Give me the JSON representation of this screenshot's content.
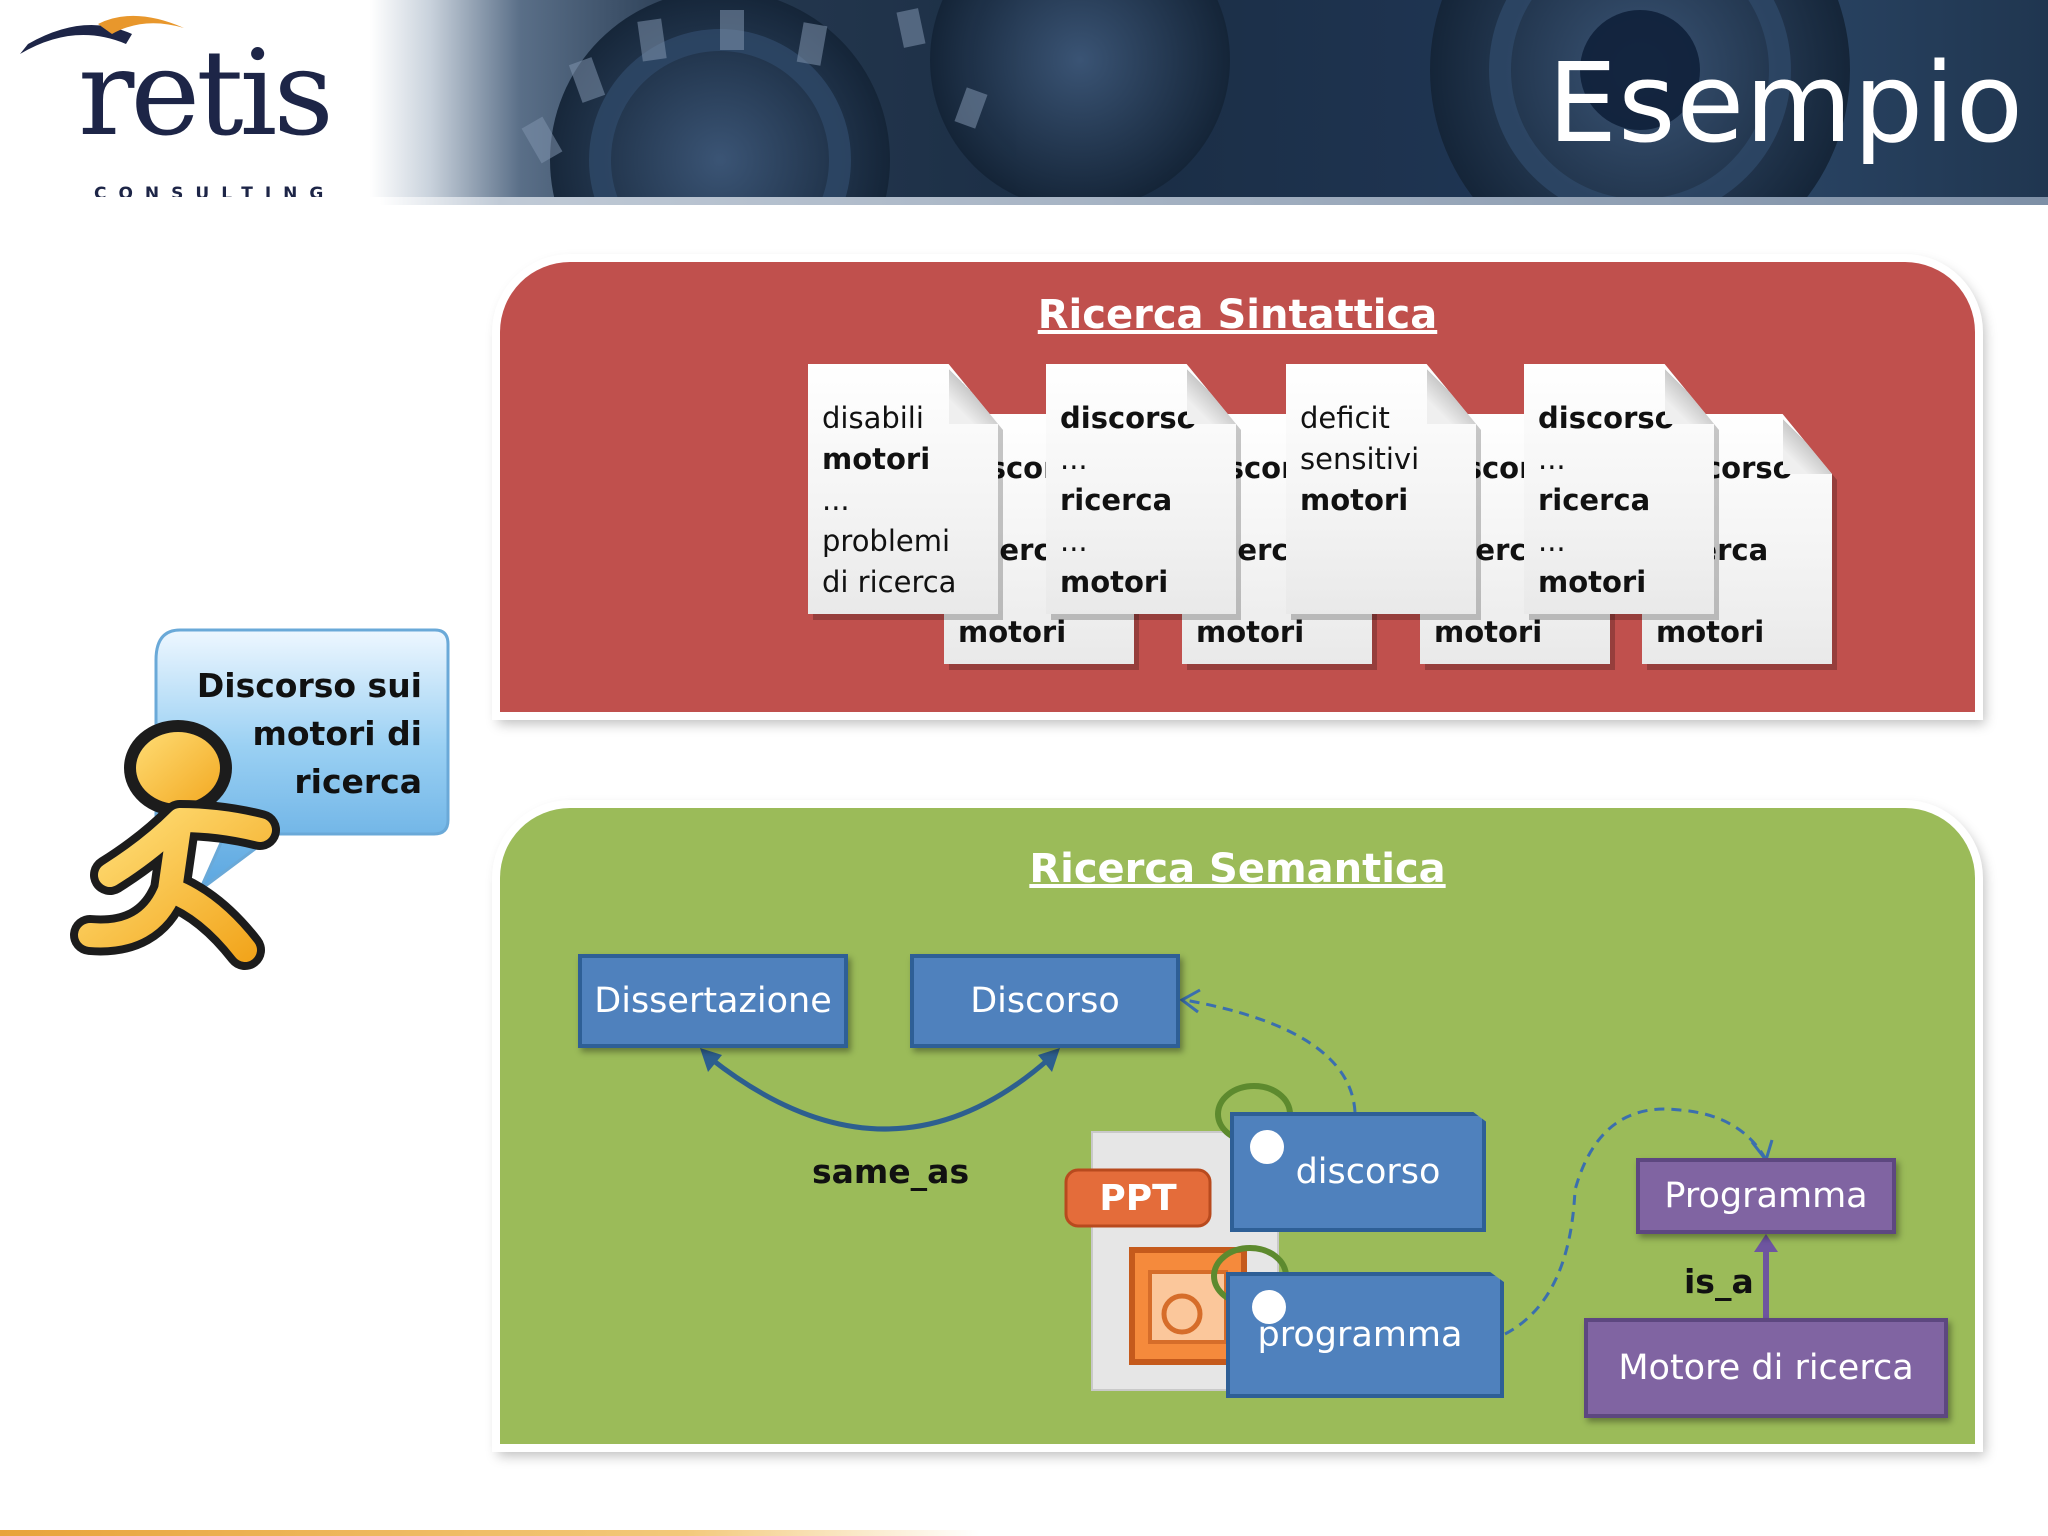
{
  "header": {
    "logo": "retis",
    "logo_subtitle": "CONSULTING",
    "title": "Esempio"
  },
  "speech_bubble": {
    "lines": [
      "Discorso sui",
      "motori di",
      "ricerca"
    ]
  },
  "syntactic": {
    "title": "Ricerca Sintattica",
    "documents": [
      {
        "lines": [
          {
            "t": "disabili",
            "b": false
          },
          {
            "t": "motori",
            "b": true
          },
          {
            "t": "...",
            "b": false
          },
          {
            "t": "problemi",
            "b": false
          },
          {
            "t": "di ricerca",
            "b": false
          }
        ]
      },
      {
        "lines": [
          {
            "t": "discorso",
            "b": true
          },
          {
            "t": "...",
            "b": false
          },
          {
            "t": "ricerca",
            "b": true
          },
          {
            "t": "...",
            "b": false
          },
          {
            "t": "motori",
            "b": true
          }
        ]
      },
      {
        "lines": [
          {
            "t": "deficit",
            "b": false
          },
          {
            "t": "sensitivi",
            "b": false
          },
          {
            "t": "motori",
            "b": true
          }
        ]
      },
      {
        "lines": [
          {
            "t": "discorso",
            "b": true
          },
          {
            "t": "...",
            "b": false
          },
          {
            "t": "ricerca",
            "b": true
          },
          {
            "t": "...",
            "b": false
          },
          {
            "t": "motori",
            "b": true
          }
        ]
      },
      {
        "lines": [
          {
            "t": "discorso",
            "b": true
          },
          {
            "t": "...",
            "b": false
          },
          {
            "t": "ricerca",
            "b": true
          },
          {
            "t": "...",
            "b": false
          },
          {
            "t": "motori",
            "b": true
          }
        ]
      },
      {
        "lines": [
          {
            "t": "discorso",
            "b": true
          },
          {
            "t": "...",
            "b": false
          },
          {
            "t": "ricerca",
            "b": true
          },
          {
            "t": "...",
            "b": false
          },
          {
            "t": "motori",
            "b": true
          }
        ]
      },
      {
        "lines": [
          {
            "t": "discorso",
            "b": true
          },
          {
            "t": "...",
            "b": false
          },
          {
            "t": "ricerca",
            "b": true
          },
          {
            "t": "...",
            "b": false
          },
          {
            "t": "motori",
            "b": true
          }
        ]
      },
      {
        "lines": [
          {
            "t": "discorso",
            "b": true
          },
          {
            "t": "...",
            "b": false
          },
          {
            "t": "ricerca",
            "b": true
          },
          {
            "t": "...",
            "b": false
          },
          {
            "t": "motori",
            "b": true
          }
        ]
      }
    ]
  },
  "semantic": {
    "title": "Ricerca Semantica",
    "nodes": {
      "dissertazione": "Dissertazione",
      "discorso": "Discorso",
      "programma": "Programma",
      "motore": "Motore di ricerca"
    },
    "tags": {
      "discorso": "discorso",
      "programma": "programma"
    },
    "relations": {
      "same_as": "same_as",
      "is_a": "is_a"
    },
    "file_badge": "PPT"
  },
  "colors": {
    "syntactic_panel": "#c0504d",
    "semantic_panel": "#9bbb59",
    "node_blue": "#4f81bd",
    "node_purple": "#8064a2",
    "badge_orange": "#e46c3a"
  }
}
